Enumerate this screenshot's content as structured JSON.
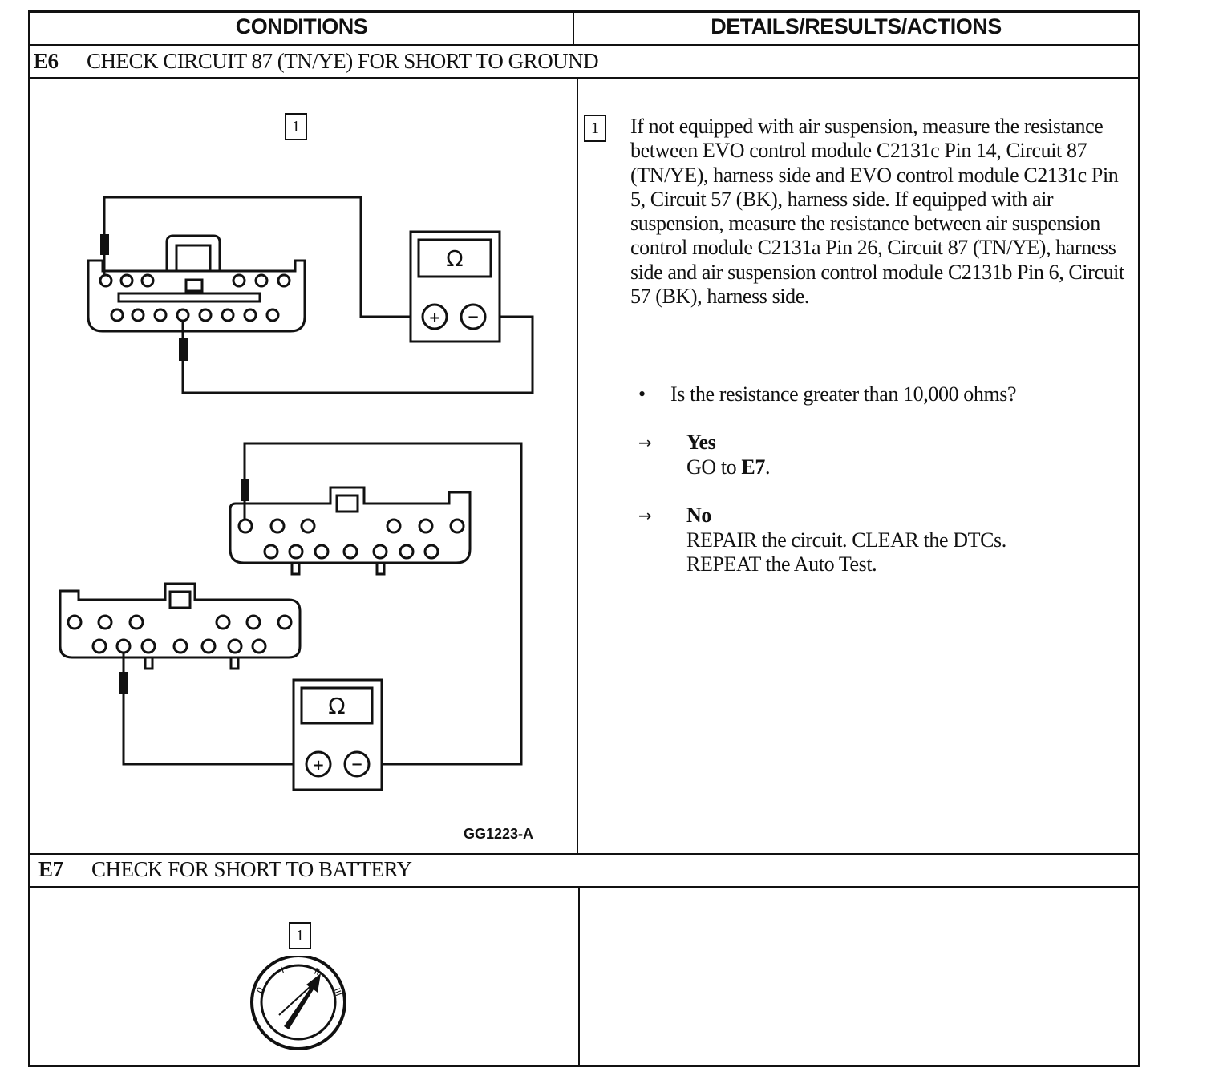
{
  "header": {
    "conditions": "CONDITIONS",
    "details": "DETAILS/RESULTS/ACTIONS"
  },
  "e6": {
    "id": "E6",
    "title": "CHECK CIRCUIT 87 (TN/YE) FOR SHORT TO GROUND",
    "step_number": "1",
    "instruction": "If not equipped with air suspension, measure the resistance between EVO control module C2131c Pin 14, Circuit 87 (TN/YE), harness side and EVO control module C2131c Pin 5, Circuit 57 (BK), harness side. If equipped with air suspension, measure the resistance between air suspension control module C2131a Pin 26, Circuit 87 (TN/YE), harness side and air suspension control module C2131b Pin 6, Circuit 57 (BK), harness side.",
    "question": "Is the resistance greater than 10,000 ohms?",
    "yes_label": "Yes",
    "yes_action_prefix": "GO to ",
    "yes_action_target": "E7",
    "yes_action_suffix": ".",
    "no_label": "No",
    "no_action_line1": "REPAIR the circuit. CLEAR the DTCs.",
    "no_action_line2": "REPEAT the Auto Test.",
    "figure_code": "GG1223-A",
    "meter_symbol": "Ω",
    "plus_symbol": "+",
    "minus_symbol": "−"
  },
  "e7": {
    "id": "E7",
    "title": "CHECK FOR SHORT TO BATTERY",
    "step_number": "1",
    "key_positions": [
      "0",
      "I",
      "II",
      "III"
    ]
  }
}
